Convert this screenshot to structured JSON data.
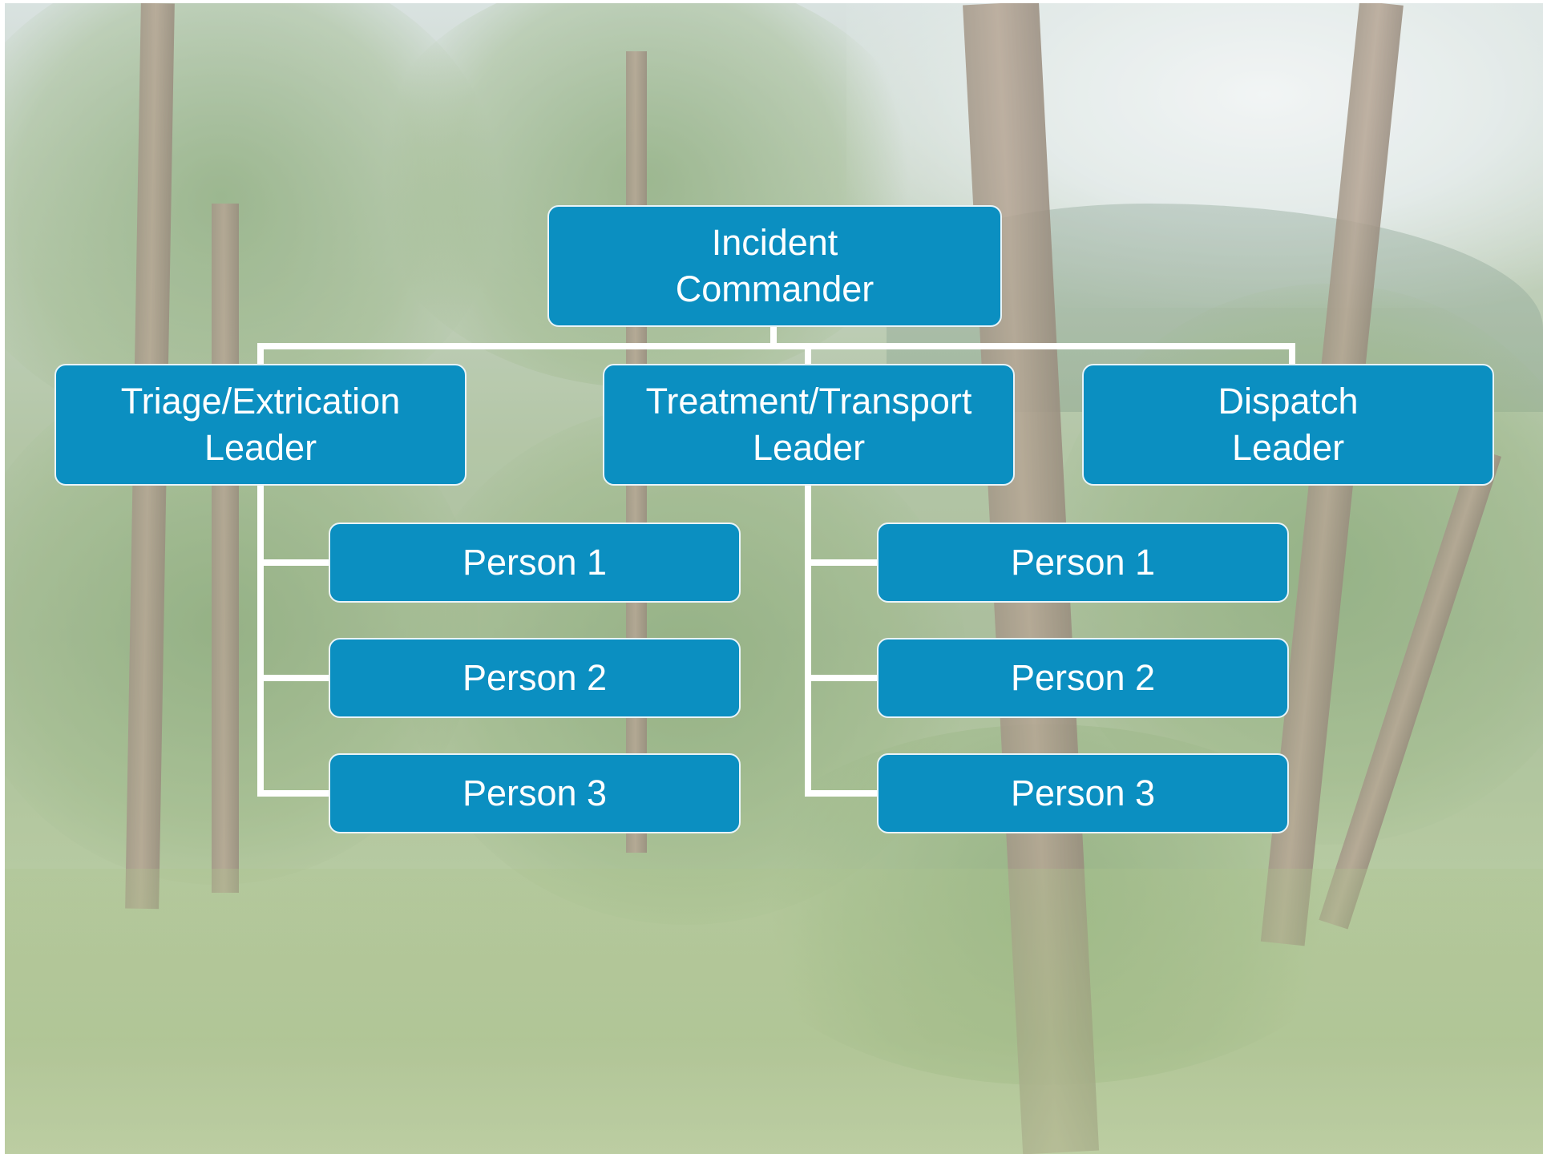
{
  "org_chart": {
    "root": {
      "line1": "Incident",
      "line2": "Commander"
    },
    "leaders": [
      {
        "line1": "Triage/Extrication",
        "line2": "Leader"
      },
      {
        "line1": "Treatment/Transport",
        "line2": "Leader"
      },
      {
        "line1": "Dispatch",
        "line2": "Leader"
      }
    ],
    "triage_team": [
      "Person 1",
      "Person 2",
      "Person 3"
    ],
    "treatment_team": [
      "Person 1",
      "Person 2",
      "Person 3"
    ]
  },
  "colors": {
    "box_fill": "#0b8fc1",
    "box_text": "#ffffff",
    "connector": "#ffffff"
  }
}
